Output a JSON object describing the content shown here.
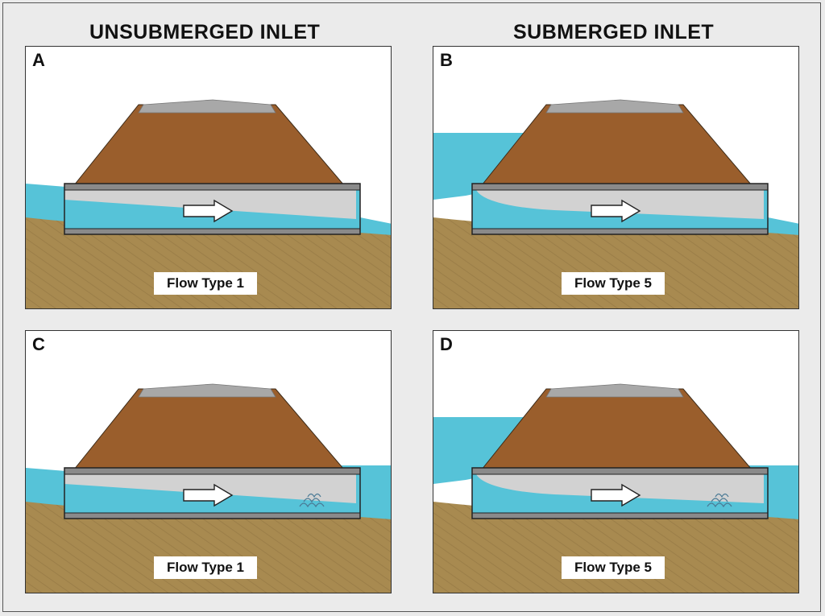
{
  "headings": {
    "left": "UNSUBMERGED INLET",
    "right": "SUBMERGED INLET"
  },
  "colors": {
    "water": "#56c3d8",
    "embankment": "#9a5e2c",
    "road": "#a8a8a8",
    "soil": "#a88a50",
    "culvert_air": "#d2d2d2"
  },
  "panels": [
    {
      "letter": "A",
      "flow_label": "Flow Type 1",
      "headwater": "low",
      "tailwater": "low",
      "outlet_turbulence": false
    },
    {
      "letter": "B",
      "flow_label": "Flow Type 5",
      "headwater": "high",
      "tailwater": "low",
      "outlet_turbulence": false
    },
    {
      "letter": "C",
      "flow_label": "Flow Type 1",
      "headwater": "low",
      "tailwater": "high",
      "outlet_turbulence": true
    },
    {
      "letter": "D",
      "flow_label": "Flow Type 5",
      "headwater": "high",
      "tailwater": "high",
      "outlet_turbulence": true
    }
  ]
}
